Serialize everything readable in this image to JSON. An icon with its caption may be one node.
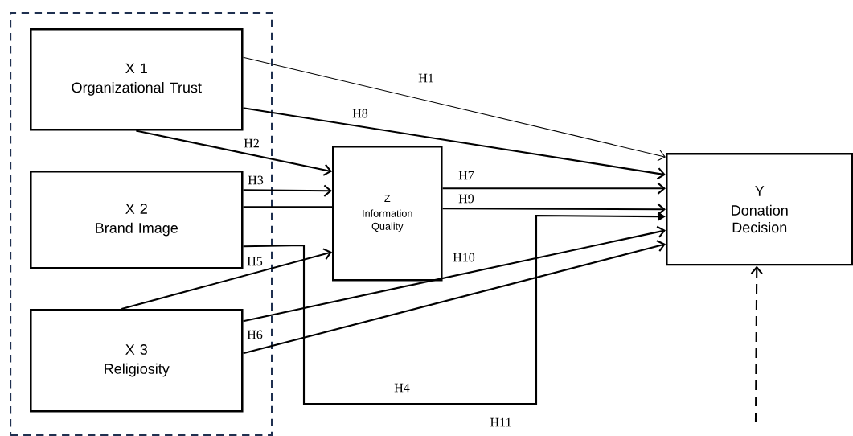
{
  "diagram": {
    "nodes": [
      {
        "text": [],
        "shape": "box"
      },
      {
        "text": [
          "X 1",
          "Organizational Trust"
        ],
        "in": 0
      },
      {
        "text": [
          "X 2",
          "Brand Image"
        ],
        "in": 0
      },
      {
        "text": [
          "X 3",
          "Religiosity"
        ],
        "in": 0
      },
      {
        "text": [
          "Z",
          "Information Quality"
        ]
      },
      {
        "text": [
          "Y",
          "Donation Decision"
        ]
      }
    ],
    "edges": [
      {
        "from": 1,
        "to": 5,
        "arrow": "to",
        "label": "H1"
      },
      {
        "from": 1,
        "to": 5,
        "arrow": "to",
        "label": "H8"
      },
      {
        "from": 1,
        "to": 4,
        "arrow": "to",
        "label": "H2"
      },
      {
        "from": 2,
        "to": 4,
        "arrow": "to",
        "label": "H3"
      },
      {
        "from": 2,
        "to": 4,
        "arrow": "none"
      },
      {
        "from": 4,
        "to": 5,
        "arrow": "to",
        "label": "H7"
      },
      {
        "from": 4,
        "to": 5,
        "arrow": "to",
        "label": "H9"
      },
      {
        "from": 2,
        "to": 5,
        "arrow": "to",
        "label": "H4"
      },
      {
        "from": 3,
        "to": 4,
        "arrow": "to",
        "label": "H5"
      },
      {
        "from": 3,
        "to": 5,
        "arrow": "to",
        "label": "H10"
      },
      {
        "from": 3,
        "to": 5,
        "arrow": "to",
        "label": "H6"
      },
      {
        "from": null,
        "to": 5,
        "arrow": "to",
        "style": "dashed"
      }
    ],
    "labels": [
      "H11"
    ]
  }
}
